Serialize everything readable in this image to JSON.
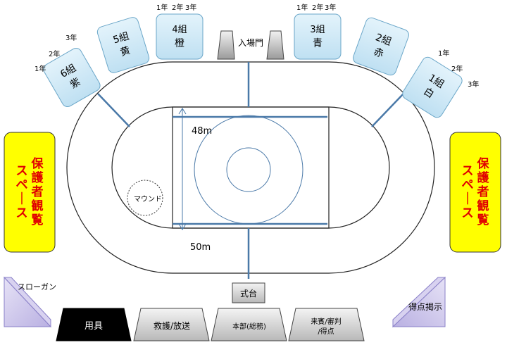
{
  "labels": {
    "entrance": "入場門",
    "dimension_48": "48m",
    "dimension_50": "50m",
    "mound": "マウンド",
    "podium": "式台",
    "slogan": "スローガン",
    "score_board": "得点掲示",
    "guardian_left": "保護者観覧スペース",
    "guardian_right": "保護者観覧スペース"
  },
  "classes": [
    {
      "id": "class-6",
      "line1": "6組",
      "line2": "紫"
    },
    {
      "id": "class-5",
      "line1": "5組",
      "line2": "黄"
    },
    {
      "id": "class-4",
      "line1": "4組",
      "line2": "橙"
    },
    {
      "id": "class-3",
      "line1": "3組",
      "line2": "青"
    },
    {
      "id": "class-2",
      "line1": "2組",
      "line2": "赤"
    },
    {
      "id": "class-1",
      "line1": "1組",
      "line2": "白"
    }
  ],
  "grades": {
    "g1": "1年",
    "g2": "2年",
    "g3": "3年"
  },
  "tents": [
    {
      "line1": "用具",
      "line2": ""
    },
    {
      "line1": "救護/放送",
      "line2": ""
    },
    {
      "line1": "本部(総務)",
      "line2": ""
    },
    {
      "line1": "来賓/審判",
      "line2": "/得点"
    }
  ],
  "colors": {
    "class_fill": "#cfeaf7",
    "class_stroke": "#6aa6c8",
    "guardian_fill": "#ffff00",
    "guardian_text": "#e00000",
    "line_blue": "#4a79a8",
    "purple": "#c8c0e8"
  }
}
